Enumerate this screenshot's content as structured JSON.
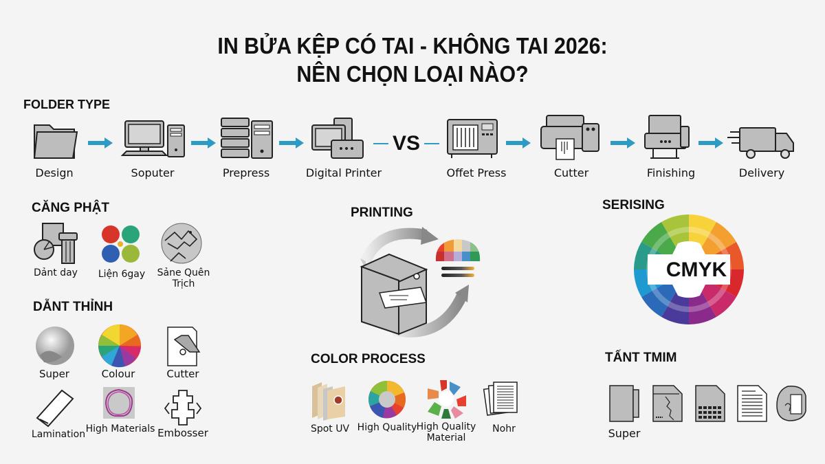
{
  "header": {
    "title_line1": "IN BỬA KỆP CÓ TAI - KHÔNG TAI 2026:",
    "title_line2": "NÊN CHỌN LOẠI NÀO?"
  },
  "folder_type": {
    "heading": "FOLDER TYPE",
    "vs_label": "VS",
    "steps": [
      {
        "label": "Design",
        "icon": "folder-icon"
      },
      {
        "label": "Soputer",
        "icon": "computer-icon"
      },
      {
        "label": "Prepress",
        "icon": "server-icon"
      },
      {
        "label": "Digital Printer",
        "icon": "digital-printer-icon"
      },
      {
        "label": "Offet Press",
        "icon": "offset-press-icon"
      },
      {
        "label": "Cutter",
        "icon": "cutter-machine-icon"
      },
      {
        "label": "Finishing",
        "icon": "finishing-machine-icon"
      },
      {
        "label": "Delivery",
        "icon": "delivery-truck-icon"
      }
    ],
    "arrow_color": "#2e9bc4"
  },
  "cang_phat": {
    "heading": "CĂNG PHẬT",
    "items": [
      {
        "label": "Dảnt day",
        "icon": "chart-machine-icon"
      },
      {
        "label": "Liện 6gay",
        "icon": "color-dots-icon"
      },
      {
        "label": "Sảne Quên Trịch",
        "icon": "map-route-icon"
      }
    ]
  },
  "dant_thinh": {
    "heading": "DẴNT THỈNH",
    "items": [
      {
        "label": "Super",
        "icon": "silver-sphere-icon"
      },
      {
        "label": "Colour",
        "icon": "color-wheel-icon"
      },
      {
        "label": "Cutter",
        "icon": "paper-cutter-icon"
      },
      {
        "label": "Lamination",
        "icon": "lamination-icon"
      },
      {
        "label": "High Materials",
        "icon": "material-ring-icon"
      },
      {
        "label": "Embosser",
        "icon": "embosser-icon"
      }
    ]
  },
  "printing": {
    "heading": "PRINTING"
  },
  "color_process": {
    "heading": "COLOR PROCESS",
    "items": [
      {
        "label": "Spot UV",
        "icon": "spot-uv-sheets-icon"
      },
      {
        "label": "High Quality",
        "icon": "gradient-wheel-icon"
      },
      {
        "label": "High Quality Material",
        "icon": "color-burst-icon"
      },
      {
        "label": "Nohr",
        "icon": "document-stack-icon"
      }
    ]
  },
  "serising": {
    "heading": "SERISING",
    "wheel_label": "CMYK"
  },
  "tant_tmim": {
    "heading": "TẤNT TMIM",
    "items": [
      {
        "label": "Super",
        "icon": "folder-sheet-icon"
      },
      {
        "label": "",
        "icon": "cracked-document-icon"
      },
      {
        "label": "",
        "icon": "grid-document-icon"
      },
      {
        "label": "",
        "icon": "text-document-icon"
      },
      {
        "label": "",
        "icon": "curled-paper-icon"
      }
    ]
  }
}
